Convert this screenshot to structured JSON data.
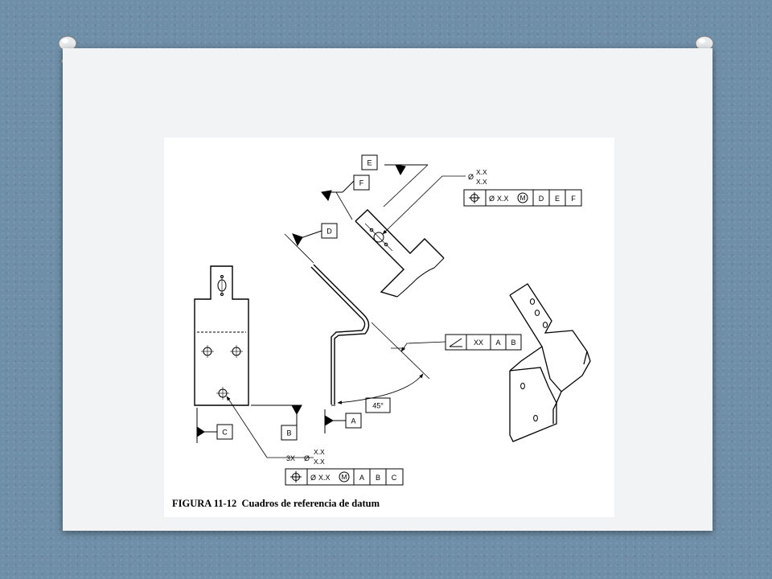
{
  "caption": {
    "figure_number": "FIGURA 11-12",
    "figure_title": "Cuadros de referencia de datum"
  },
  "datums": {
    "a": "A",
    "b": "B",
    "c": "C",
    "d": "D",
    "e": "E",
    "f": "F"
  },
  "hole_callout_top": {
    "diameter_symbol": "Ø",
    "upper": "X.X",
    "lower": "X.X"
  },
  "frame_top": {
    "diameter_symbol": "Ø",
    "tolerance": "X.X",
    "modifier": "M",
    "datum1": "D",
    "datum2": "E",
    "datum3": "F"
  },
  "angularity_frame": {
    "tolerance": "XX",
    "datum1": "A",
    "datum2": "B"
  },
  "angle_label": "45°",
  "hole_callout_bottom": {
    "count": "3X",
    "diameter_symbol": "Ø",
    "upper": "X.X",
    "lower": "X.X"
  },
  "frame_bottom": {
    "diameter_symbol": "Ø",
    "tolerance": "X.X",
    "modifier": "M",
    "datum1": "A",
    "datum2": "B",
    "datum3": "C"
  },
  "colors": {
    "background": "#6f8ea8",
    "slide": "#f2f3f4",
    "ink": "#000000"
  },
  "icons": [
    "push-pin-icon",
    "position-tolerance-icon",
    "angularity-icon",
    "datum-triangle-icon"
  ]
}
